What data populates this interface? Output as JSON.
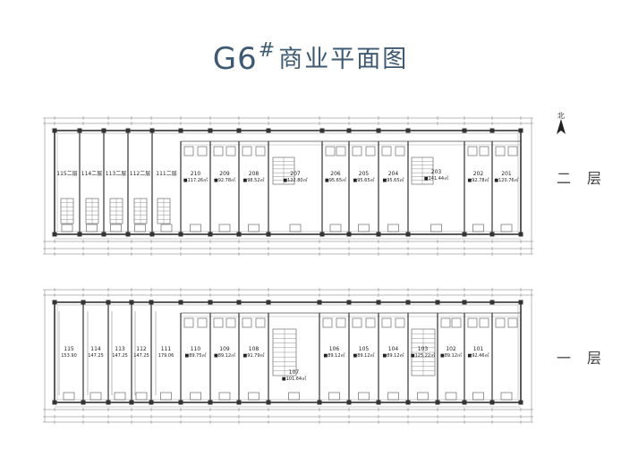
{
  "title": {
    "main": "G6",
    "hash": "#",
    "sub": "商业平面图"
  },
  "north": "北",
  "floors": [
    {
      "id": "second",
      "label": "二层",
      "units": [
        {
          "number": "115二层",
          "area": ""
        },
        {
          "number": "114二层",
          "area": ""
        },
        {
          "number": "113二层",
          "area": ""
        },
        {
          "number": "112二层",
          "area": ""
        },
        {
          "number": "111二层",
          "area": ""
        },
        {
          "number": "210",
          "area": "117.26㎡"
        },
        {
          "number": "209",
          "area": "92.78㎡"
        },
        {
          "number": "208",
          "area": "98.52㎡"
        },
        {
          "number": "207",
          "area": "122.80㎡"
        },
        {
          "number": "206",
          "area": "95.65㎡"
        },
        {
          "number": "205",
          "area": "95.65㎡"
        },
        {
          "number": "204",
          "area": "95.65㎡"
        },
        {
          "number": "203",
          "area": "141.44㎡"
        },
        {
          "number": "202",
          "area": "92.78㎡"
        },
        {
          "number": "201",
          "area": "120.76㎡"
        }
      ]
    },
    {
      "id": "first",
      "label": "一层",
      "units": [
        {
          "number": "115",
          "area": "153.90"
        },
        {
          "number": "114",
          "area": "147.25"
        },
        {
          "number": "113",
          "area": "147.25"
        },
        {
          "number": "112",
          "area": "147.25"
        },
        {
          "number": "111",
          "area": "179.06"
        },
        {
          "number": "110",
          "area": "89.75㎡"
        },
        {
          "number": "109",
          "area": "89.12㎡"
        },
        {
          "number": "108",
          "area": "91.79㎡"
        },
        {
          "number": "107",
          "area": "101.64㎡"
        },
        {
          "number": "106",
          "area": "89.12㎡"
        },
        {
          "number": "105",
          "area": "89.12㎡"
        },
        {
          "number": "104",
          "area": "89.12㎡"
        },
        {
          "number": "103",
          "area": "125.22㎡"
        },
        {
          "number": "102",
          "area": "89.12㎡"
        },
        {
          "number": "101",
          "area": "92.46㎡"
        }
      ]
    }
  ]
}
